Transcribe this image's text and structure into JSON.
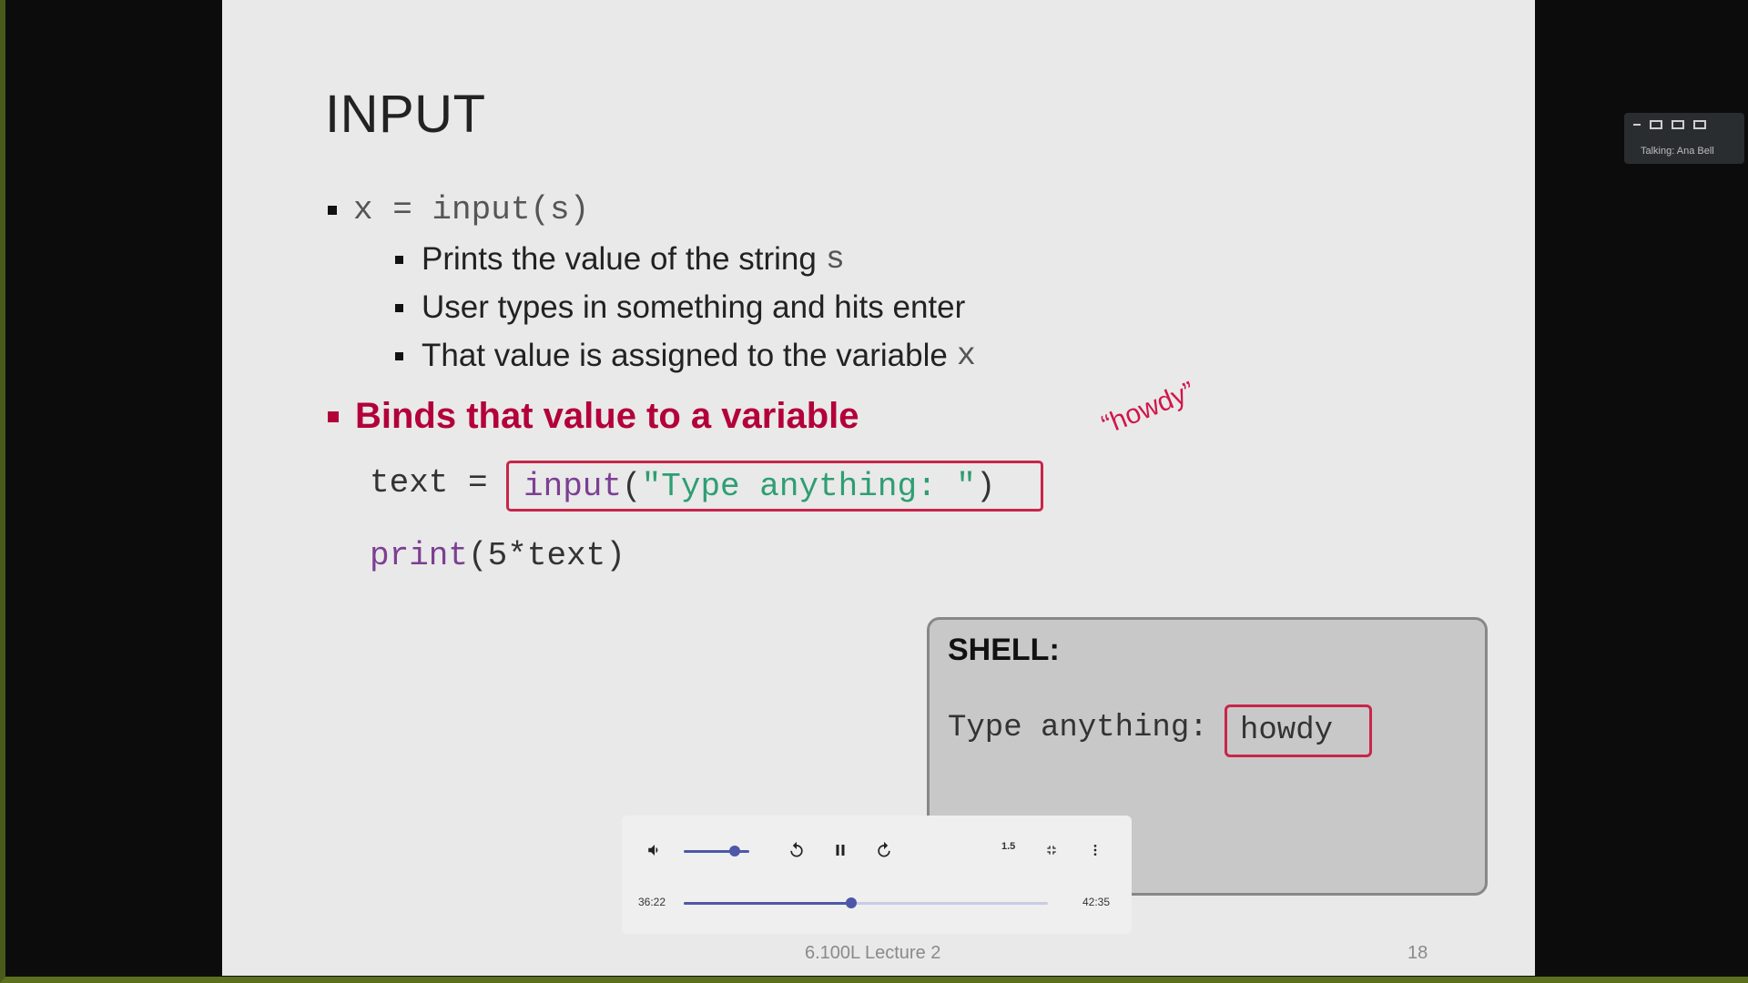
{
  "slide": {
    "title": "INPUT",
    "bullet1": "x = input(s)",
    "sub1_text": "Prints the value of the string",
    "sub1_var": "s",
    "sub2_text": "User types in something and hits enter",
    "sub3_text": "That value is assigned to the variable",
    "sub3_var": "x",
    "bullet2": "Binds that value to a variable",
    "code1_prefix": "text =",
    "code1_keyword": "input",
    "code1_open": "(",
    "code1_string": "\"Type anything: \"",
    "code1_close": ")",
    "code2_keyword": "print",
    "code2_rest": "(5*text)",
    "annotation": "“howdy”",
    "shell_title": "SHELL:",
    "shell_prompt": "Type anything:",
    "shell_input": "howdy",
    "footer_center": "6.100L Lecture 2",
    "page_number": "18"
  },
  "player": {
    "volume_level": 0.78,
    "current_time": "36:22",
    "total_time": "42:35",
    "progress": 0.46,
    "speed_label": "1.5",
    "volume_icon": "volume-icon",
    "rewind_icon": "rewind-10-icon",
    "pause_icon": "pause-icon",
    "forward_icon": "forward-10-icon",
    "exit_fullscreen_icon": "exit-fullscreen-icon",
    "more_icon": "more-vert-icon",
    "accent_color": "#4d57a8"
  },
  "zoom_widget": {
    "speaker_label": "Talking: Ana Bell"
  }
}
